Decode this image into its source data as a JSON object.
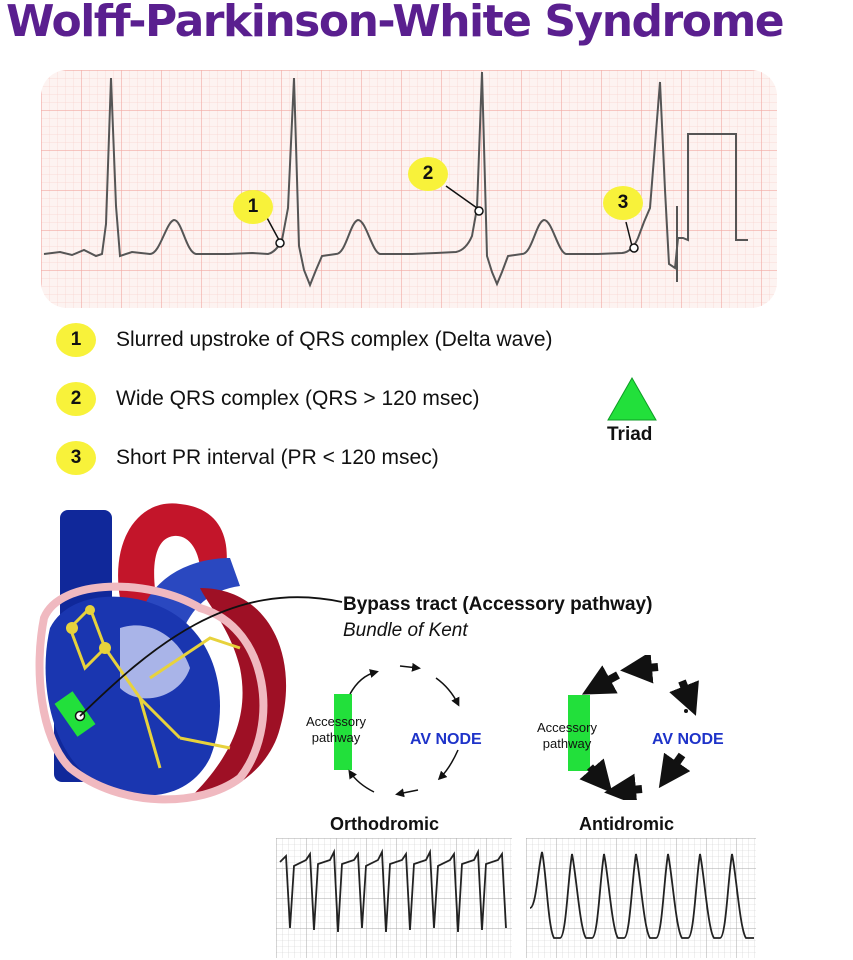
{
  "title": "Wolff-Parkinson-White Syndrome",
  "ecg_markers": [
    "1",
    "2",
    "3"
  ],
  "legend": [
    {
      "num": "1",
      "text": "Slurred upstroke of QRS complex (Delta wave)"
    },
    {
      "num": "2",
      "text": "Wide QRS complex (QRS > 120 msec)"
    },
    {
      "num": "3",
      "text": "Short PR interval (PR < 120 msec)"
    }
  ],
  "triad": {
    "label": "Triad",
    "icon": "green-triangle-icon",
    "color": "#22e03b"
  },
  "bypass": {
    "title": "Bypass tract (Accessory pathway)",
    "subtitle": "Bundle of Kent"
  },
  "circuits": {
    "orthodromic": {
      "accessory": "Accessory pathway",
      "node": "AV NODE",
      "label": "Orthodromic"
    },
    "antidromic": {
      "accessory": "Accessory pathway",
      "node": "AV NODE",
      "label": "Antidromic"
    }
  },
  "colors": {
    "title": "#5a1f8f",
    "badge": "#f8f23a",
    "av_node": "#1e33c9",
    "pathway": "#22e03b",
    "ecg_grid": "#f2a9a3",
    "ecg_line": "#555555",
    "heart_blue": "#10289a",
    "heart_red": "#c3152a",
    "conduction": "#e7d23c"
  }
}
